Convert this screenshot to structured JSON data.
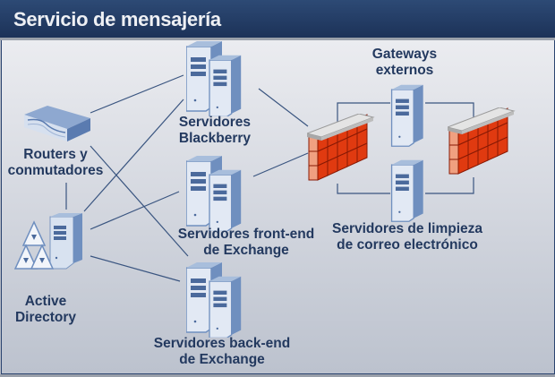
{
  "title": "Servicio de mensajería",
  "colors": {
    "title_bar": "#24406a",
    "label_text": "#23395f",
    "link_line": "#3a5580",
    "server_blue": "#6f8fbf",
    "firewall_red": "#e03a10"
  },
  "nodes": {
    "routers": {
      "label_line1": "Routers y",
      "label_line2": "conmutadores",
      "icon": "router-switch-icon"
    },
    "active_directory": {
      "label_line1": "Active",
      "label_line2": "Directory",
      "icon": "active-directory-icon"
    },
    "blackberry": {
      "label_line1": "Servidores",
      "label_line2": "Blackberry",
      "icon": "server-pair-icon"
    },
    "frontend": {
      "label_line1": "Servidores front-end",
      "label_line2": "de Exchange",
      "icon": "server-pair-icon"
    },
    "backend": {
      "label_line1": "Servidores back-end",
      "label_line2": "de Exchange",
      "icon": "server-pair-icon"
    },
    "gateways": {
      "label_line1": "Gateways",
      "label_line2": "externos",
      "icon": "server-icon"
    },
    "cleanup": {
      "label_line1": "Servidores de limpieza",
      "label_line2": "de correo electrónico",
      "icon": "server-icon"
    },
    "firewall_left": {
      "icon": "firewall-icon"
    },
    "firewall_right": {
      "icon": "firewall-icon"
    }
  },
  "connections": [
    [
      "routers",
      "blackberry"
    ],
    [
      "routers",
      "backend"
    ],
    [
      "active_directory",
      "routers"
    ],
    [
      "active_directory",
      "blackberry"
    ],
    [
      "active_directory",
      "frontend"
    ],
    [
      "active_directory",
      "backend"
    ],
    [
      "blackberry",
      "firewall_left"
    ],
    [
      "frontend",
      "firewall_left"
    ],
    [
      "firewall_left",
      "gateways"
    ],
    [
      "firewall_left",
      "cleanup"
    ],
    [
      "gateways",
      "firewall_right"
    ],
    [
      "cleanup",
      "firewall_right"
    ]
  ]
}
